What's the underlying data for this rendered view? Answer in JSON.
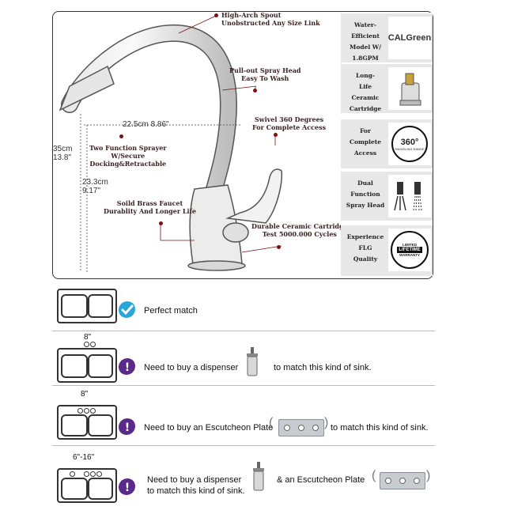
{
  "top_panel": {
    "callouts": {
      "high_arch": [
        "High-Arch Spout",
        "Unobstructed Any Size Link"
      ],
      "pullout": [
        "Pull-out Spray Head",
        "Easy To Wash"
      ],
      "swivel": [
        "Swivel 360 Degrees",
        "For Complete Access"
      ],
      "two_function": [
        "Two Function Sprayer",
        "W/Secure",
        "Docking&Retractable"
      ],
      "solid_brass": [
        "Soild Brass Faucet",
        "Durablity And Longer Life"
      ],
      "ceramic": [
        "Durable Ceramic Cartridge",
        "Test 5000.000 Cycles"
      ]
    },
    "dimensions": {
      "reach": "22.5cm 8.86\"",
      "height_cm": "35cm",
      "height_in": "13.8\"",
      "spout_cm": "23.3cm",
      "spout_in": "9.17\""
    },
    "features": [
      {
        "text": [
          "Water-",
          "Efficient",
          "Model W/",
          "1.8GPM"
        ],
        "icon": "calgreen-logo",
        "icon_text": "CALGreen"
      },
      {
        "text": [
          "Long-",
          "Life",
          "Ceramic",
          "Cartridge"
        ],
        "icon": "cartridge-icon"
      },
      {
        "text": [
          "For",
          "Complete",
          "Access"
        ],
        "icon": "swivel-360-icon",
        "icon_text": "360°",
        "icon_sub": "SWIVELING RANGE"
      },
      {
        "text": [
          "Dual",
          "Function",
          "Spray Head"
        ],
        "icon": "spray-pattern-icon"
      },
      {
        "text": [
          "Experience",
          "FLG",
          "Quality"
        ],
        "icon": "lifetime-warranty-icon",
        "icon_top": "LIMITED",
        "icon_mid": "LIFETIME",
        "icon_bot": "WARRANTY"
      }
    ]
  },
  "rows": [
    {
      "text": "Perfect match",
      "status": "check",
      "color": "#27a7d6"
    },
    {
      "dim": "8\"",
      "text_a": "Need to buy a dispenser",
      "text_b": "to match this kind of sink.",
      "status": "exclaim",
      "color": "#5a2a8a"
    },
    {
      "dim": "8\"",
      "text_a": "Need to buy an Escutcheon Plate",
      "text_b": "to match this kind of sink.",
      "status": "exclaim",
      "color": "#5a2a8a"
    },
    {
      "dim": "6\"-16\"",
      "text_a": "Need to buy a dispenser",
      "text_b": "to match this kind of sink.",
      "text_c": "& an Escutcheon Plate",
      "status": "exclaim",
      "color": "#5a2a8a"
    }
  ]
}
